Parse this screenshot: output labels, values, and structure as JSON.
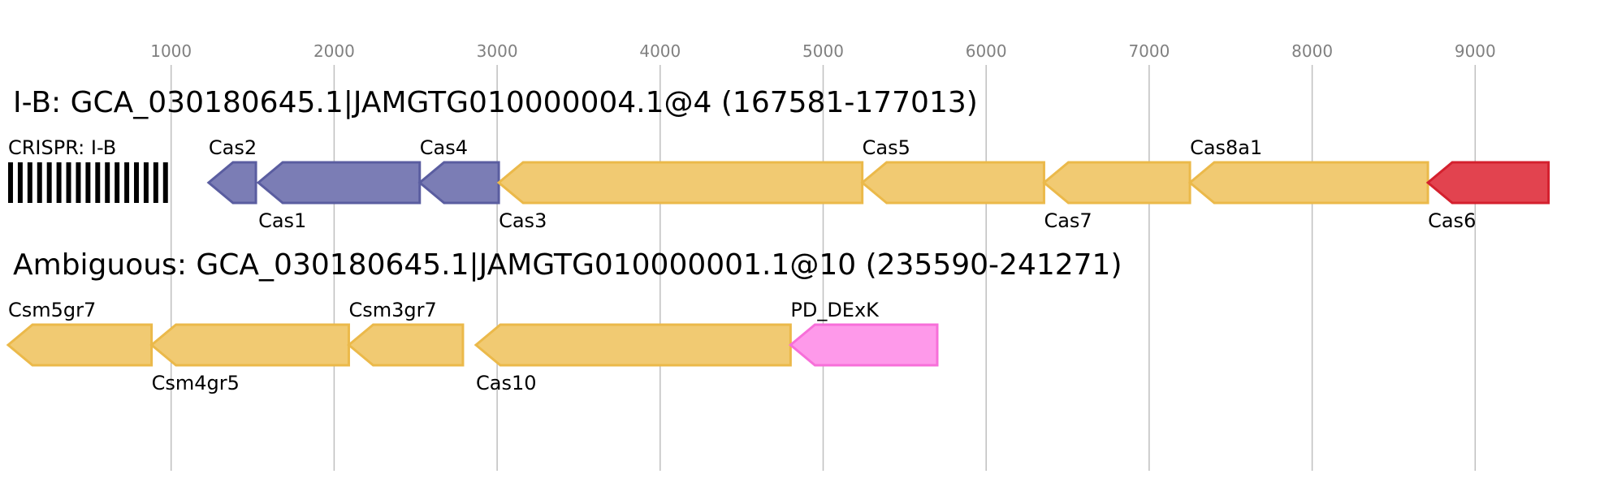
{
  "axis": {
    "ticks": [
      1000,
      2000,
      3000,
      4000,
      5000,
      6000,
      7000,
      8000,
      9000
    ],
    "tick_labels": [
      "1000",
      "2000",
      "3000",
      "4000",
      "5000",
      "6000",
      "7000",
      "8000",
      "9000"
    ],
    "gridline_color": "#bfbfbf",
    "label_color": "#808080"
  },
  "colors": {
    "blue": "#7b7db5",
    "blue_stroke": "#5a5da0",
    "yellow": "#f1ca72",
    "yellow_stroke": "#ebb94a",
    "red": "#e2434f",
    "red_stroke": "#d4202e",
    "pink": "#fe99ea",
    "pink_stroke": "#f76fd9"
  },
  "loci": [
    {
      "title": "I-B: GCA_030180645.1|JAMGTG010000004.1@4 (167581-177013)",
      "crispr": {
        "label": "CRISPR: I-B",
        "start": 0,
        "end": 1010,
        "stripes": 17
      },
      "genes": [
        {
          "name": "Cas2",
          "start": 1230,
          "end": 1520,
          "strand": "-",
          "color": "blue",
          "label_pos": "above"
        },
        {
          "name": "Cas1",
          "start": 1535,
          "end": 2525,
          "strand": "-",
          "color": "blue",
          "label_pos": "below"
        },
        {
          "name": "Cas4",
          "start": 2525,
          "end": 3010,
          "strand": "-",
          "color": "blue",
          "label_pos": "above"
        },
        {
          "name": "Cas3",
          "start": 3010,
          "end": 5240,
          "strand": "-",
          "color": "yellow",
          "label_pos": "below"
        },
        {
          "name": "Cas5",
          "start": 5240,
          "end": 6355,
          "strand": "-",
          "color": "yellow",
          "label_pos": "above"
        },
        {
          "name": "Cas7",
          "start": 6355,
          "end": 7250,
          "strand": "-",
          "color": "yellow",
          "label_pos": "below"
        },
        {
          "name": "Cas8a1",
          "start": 7250,
          "end": 8710,
          "strand": "-",
          "color": "yellow",
          "label_pos": "above"
        },
        {
          "name": "Cas6",
          "start": 8710,
          "end": 9450,
          "strand": "-",
          "color": "red",
          "label_pos": "below"
        }
      ]
    },
    {
      "title": "Ambiguous: GCA_030180645.1|JAMGTG010000001.1@10 (235590-241271)",
      "crispr": null,
      "genes": [
        {
          "name": "Csm5gr7",
          "start": 0,
          "end": 880,
          "strand": "-",
          "color": "yellow",
          "label_pos": "above"
        },
        {
          "name": "Csm4gr5",
          "start": 880,
          "end": 2090,
          "strand": "-",
          "color": "yellow",
          "label_pos": "below"
        },
        {
          "name": "Csm3gr7",
          "start": 2090,
          "end": 2790,
          "strand": "-",
          "color": "yellow",
          "label_pos": "above"
        },
        {
          "name": "Cas10",
          "start": 2870,
          "end": 4800,
          "strand": "-",
          "color": "yellow",
          "label_pos": "below"
        },
        {
          "name": "PD_DExK",
          "start": 4800,
          "end": 5700,
          "strand": "-",
          "color": "pink",
          "label_pos": "above"
        }
      ]
    }
  ]
}
